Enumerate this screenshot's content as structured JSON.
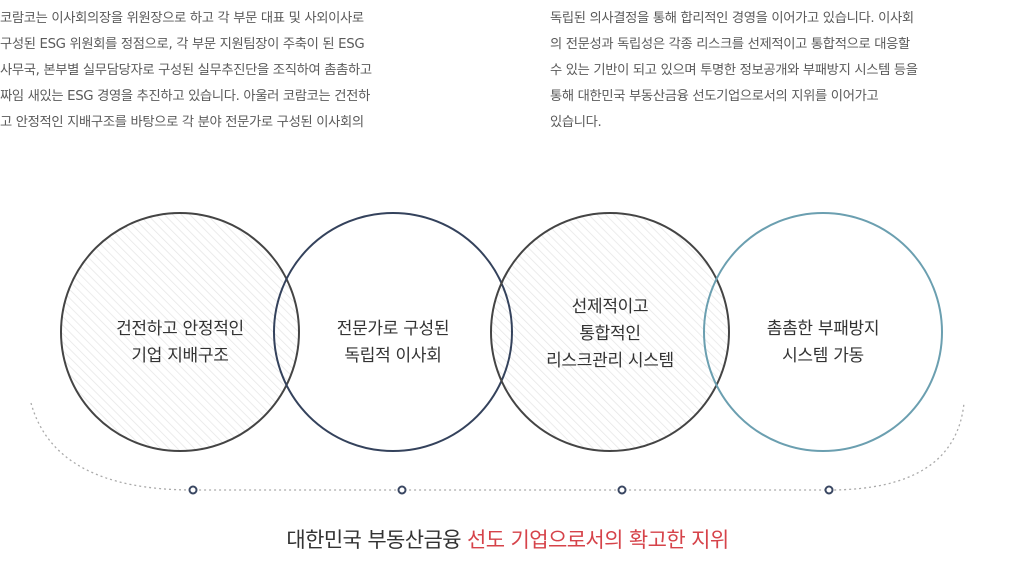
{
  "intro": {
    "left_lines": [
      "코람코는 이사회의장을 위원장으로 하고 각 부문 대표 및 사외이사로",
      "구성된 ESG 위원회를 정점으로, 각 부문 지원팀장이 주축이 된 ESG",
      "사무국, 본부별 실무담당자로 구성된 실무추진단을 조직하여 촘촘하고",
      "짜임 새있는 ESG 경영을 추진하고 있습니다.  아울러 코람코는 건전하",
      "고 안정적인 지배구조를 바탕으로 각 분야 전문가로 구성된 이사회의"
    ],
    "right_lines": [
      "독립된 의사결정을 통해 합리적인 경영을 이어가고 있습니다. 이사회",
      "의 전문성과 독립성은 각종 리스크를 선제적이고 통합적으로 대응할",
      "수 있는 기반이 되고 있으며 투명한 정보공개와 부패방지 시스템 등을",
      "통해 대한민국 부동산금융 선도기업으로서의 지위를 이어가고",
      "있습니다."
    ]
  },
  "circles": [
    {
      "lines": [
        "건전하고 안정적인",
        "기업 지배구조"
      ],
      "stroke": "#444444",
      "hatched": true
    },
    {
      "lines": [
        "전문가로 구성된",
        "독립적 이사회"
      ],
      "stroke": "#34425c",
      "hatched": false
    },
    {
      "lines": [
        "선제적이고",
        "통합적인",
        "리스크관리 시스템"
      ],
      "stroke": "#444444",
      "hatched": true
    },
    {
      "lines": [
        "촘촘한 부패방지",
        "시스템 가동"
      ],
      "stroke": "#6b9fb0",
      "hatched": false
    }
  ],
  "tagline": {
    "prefix": "대한민국 부동산금융 ",
    "highlight": "선도 기업으로서의 확고한 지위"
  },
  "colors": {
    "accent": "#d6434a",
    "dots": "#3a4762",
    "dashed_line": "#aaaaaa",
    "hatch": "#e6e6e6"
  }
}
